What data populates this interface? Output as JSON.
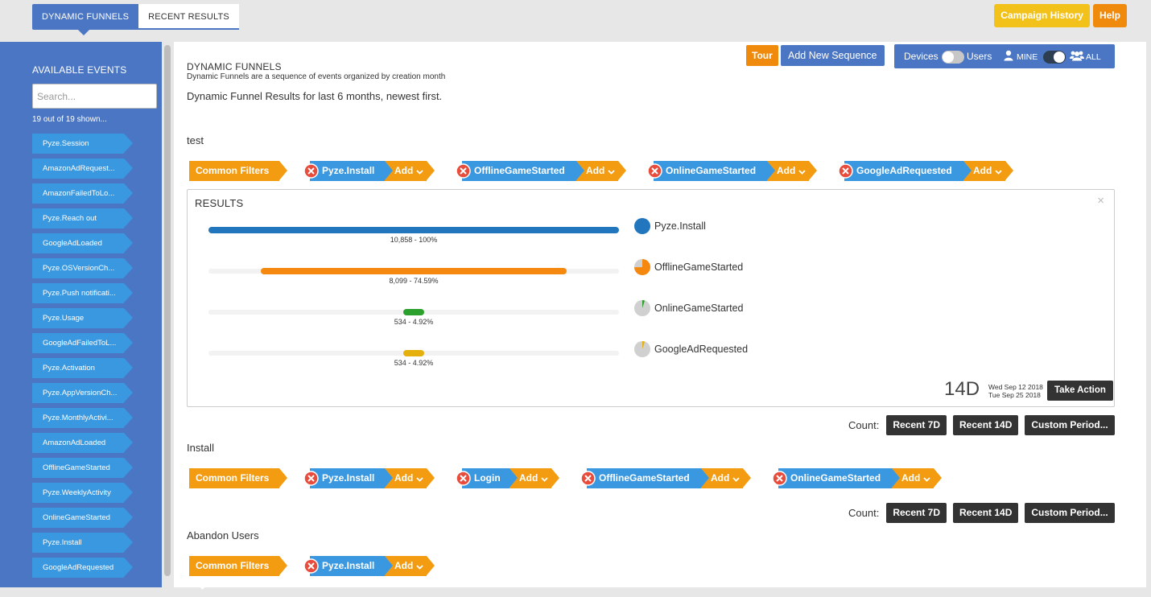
{
  "topnav": {
    "tabs": [
      "DYNAMIC FUNNELS",
      "RECENT RESULTS"
    ]
  },
  "topright": {
    "campaign": "Campaign History",
    "help": "Help"
  },
  "sidebar": {
    "title": "AVAILABLE EVENTS",
    "search_placeholder": "Search...",
    "shown": "19 out of 19 shown...",
    "events": [
      "Pyze.Session",
      "AmazonAdRequest...",
      "AmazonFailedToLo...",
      "Pyze.Reach out",
      "GoogleAdLoaded",
      "Pyze.OSVersionCh...",
      "Pyze.Push notificati...",
      "Pyze.Usage",
      "GoogleAdFailedToL...",
      "Pyze.Activation",
      "Pyze.AppVersionCh...",
      "Pyze.MonthlyActivi...",
      "AmazonAdLoaded",
      "OfflineGameStarted",
      "Pyze.WeeklyActivity",
      "OnlineGameStarted",
      "Pyze.Install",
      "GoogleAdRequested"
    ]
  },
  "header": {
    "title": "DYNAMIC FUNNELS",
    "subtitle": "Dynamic Funnels are a sequence of events organized by creation month",
    "desc": "Dynamic Funnel Results for last 6 months, newest first.",
    "tour": "Tour",
    "add_sequence": "Add New Sequence",
    "devices": "Devices",
    "users": "Users",
    "mine": "MINE",
    "all": "ALL"
  },
  "common_filters": "Common Filters",
  "add_label": "Add",
  "sequences": [
    {
      "name": "test",
      "events": [
        "Pyze.Install",
        "OfflineGameStarted",
        "OnlineGameStarted",
        "GoogleAdRequested"
      ]
    },
    {
      "name": "Install",
      "events": [
        "Pyze.Install",
        "Login",
        "OfflineGameStarted",
        "OnlineGameStarted"
      ]
    },
    {
      "name": "Abandon Users",
      "events": [
        "Pyze.Install"
      ]
    }
  ],
  "results": {
    "title": "RESULTS",
    "close": "×",
    "rows": [
      {
        "event": "Pyze.Install",
        "label": "10,858 - 100%",
        "pct": 100,
        "color": "#2176bd"
      },
      {
        "event": "OfflineGameStarted",
        "label": "8,099 - 74.59%",
        "pct": 74.59,
        "color": "#f5880f"
      },
      {
        "event": "OnlineGameStarted",
        "label": "534 - 4.92%",
        "pct": 4.92,
        "color": "#2ca02c"
      },
      {
        "event": "GoogleAdRequested",
        "label": "534 - 4.92%",
        "pct": 4.92,
        "color": "#e6b00c"
      }
    ],
    "period": "14D",
    "date_from": "Wed Sep 12 2018",
    "date_to": "Tue Sep 25 2018",
    "take_action": "Take Action"
  },
  "count": {
    "label": "Count:",
    "buttons": [
      "Recent 7D",
      "Recent 14D",
      "Custom Period..."
    ]
  },
  "colors": {
    "primary": "#4a76c4",
    "event": "#3a98e0",
    "accent": "#f39c12",
    "remove": "#e74c3c",
    "dark": "#333333"
  }
}
